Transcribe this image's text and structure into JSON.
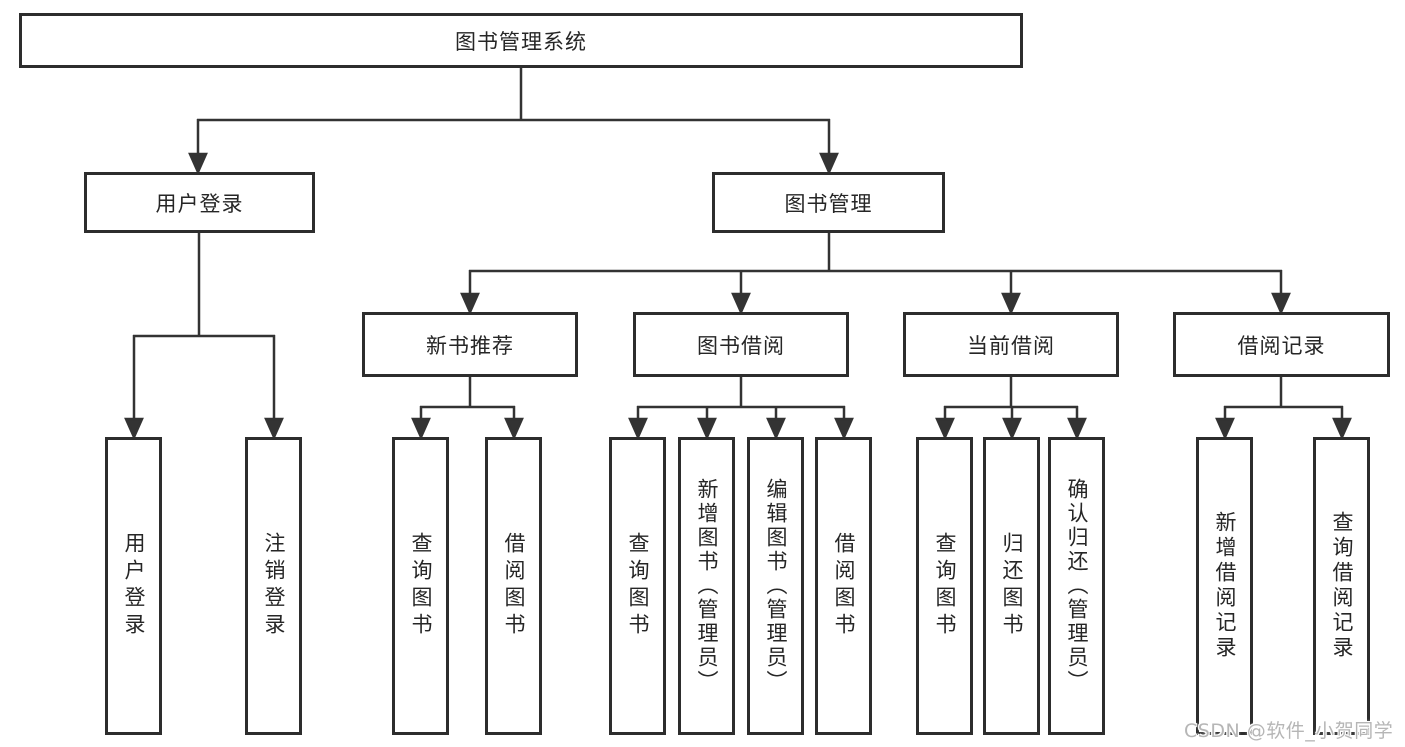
{
  "diagram": {
    "title": "图书管理系统",
    "root": {
      "label": "图书管理系统"
    },
    "level2": [
      {
        "label": "用户登录"
      },
      {
        "label": "图书管理"
      }
    ],
    "level3": [
      {
        "label": "新书推荐",
        "parent": "图书管理"
      },
      {
        "label": "图书借阅",
        "parent": "图书管理"
      },
      {
        "label": "当前借阅",
        "parent": "图书管理"
      },
      {
        "label": "借阅记录",
        "parent": "图书管理"
      }
    ],
    "leaves": [
      {
        "label": "用户登录",
        "parent": "用户登录"
      },
      {
        "label": "注销登录",
        "parent": "用户登录"
      },
      {
        "label": "查询图书",
        "parent": "新书推荐"
      },
      {
        "label": "借阅图书",
        "parent": "新书推荐"
      },
      {
        "label": "查询图书",
        "parent": "图书借阅"
      },
      {
        "label": "新增图书（管理员）",
        "parent": "图书借阅"
      },
      {
        "label": "编辑图书（管理员）",
        "parent": "图书借阅"
      },
      {
        "label": "借阅图书",
        "parent": "图书借阅"
      },
      {
        "label": "查询图书",
        "parent": "当前借阅"
      },
      {
        "label": "归还图书",
        "parent": "当前借阅"
      },
      {
        "label": "确认归还（管理员）",
        "parent": "当前借阅"
      },
      {
        "label": "新增借阅记录",
        "parent": "借阅记录"
      },
      {
        "label": "查询借阅记录",
        "parent": "借阅记录"
      }
    ],
    "watermark": "CSDN @软件_小贺同学",
    "colors": {
      "line": "#333333",
      "box_border": "#2d2d2d",
      "text": "#262626",
      "watermark": "#b6b6b6",
      "background": "#ffffff"
    }
  }
}
